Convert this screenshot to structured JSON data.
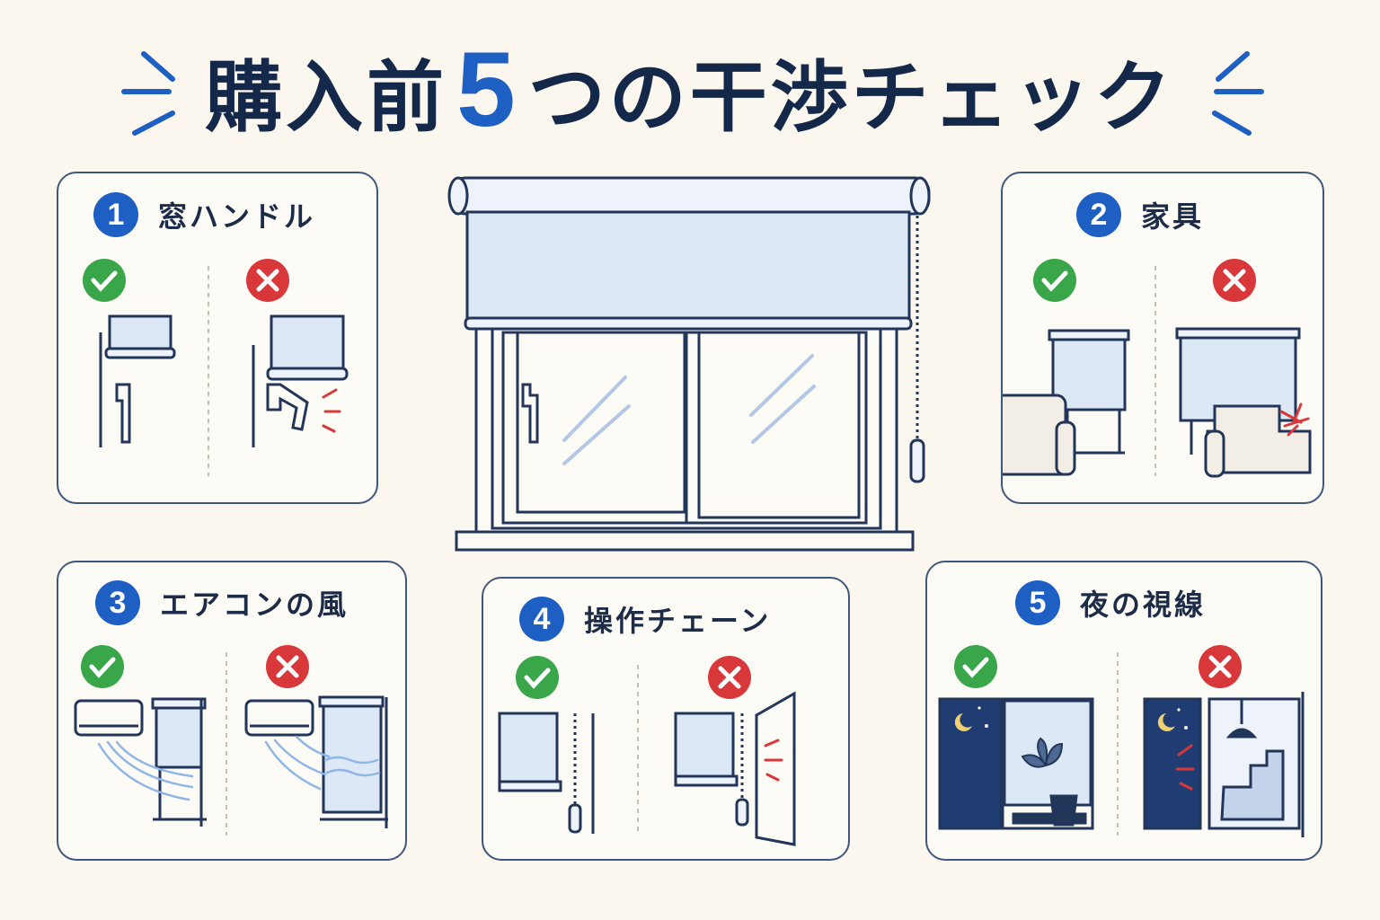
{
  "title": {
    "part1": "購入前",
    "number": "5",
    "part2": "つの干渉チェック"
  },
  "colors": {
    "navy": "#14294a",
    "blue": "#1e5fc4",
    "ok": "#3aa64a",
    "ng": "#d9383a",
    "panel": "#dde8f6"
  },
  "icons": {
    "ok": "check-circle-icon",
    "ng": "cross-circle-icon"
  },
  "cards": [
    {
      "num": "1",
      "label": "窓ハンドル"
    },
    {
      "num": "2",
      "label": "家具"
    },
    {
      "num": "3",
      "label": "エアコンの風"
    },
    {
      "num": "4",
      "label": "操作チェーン"
    },
    {
      "num": "5",
      "label": "夜の視線"
    }
  ]
}
